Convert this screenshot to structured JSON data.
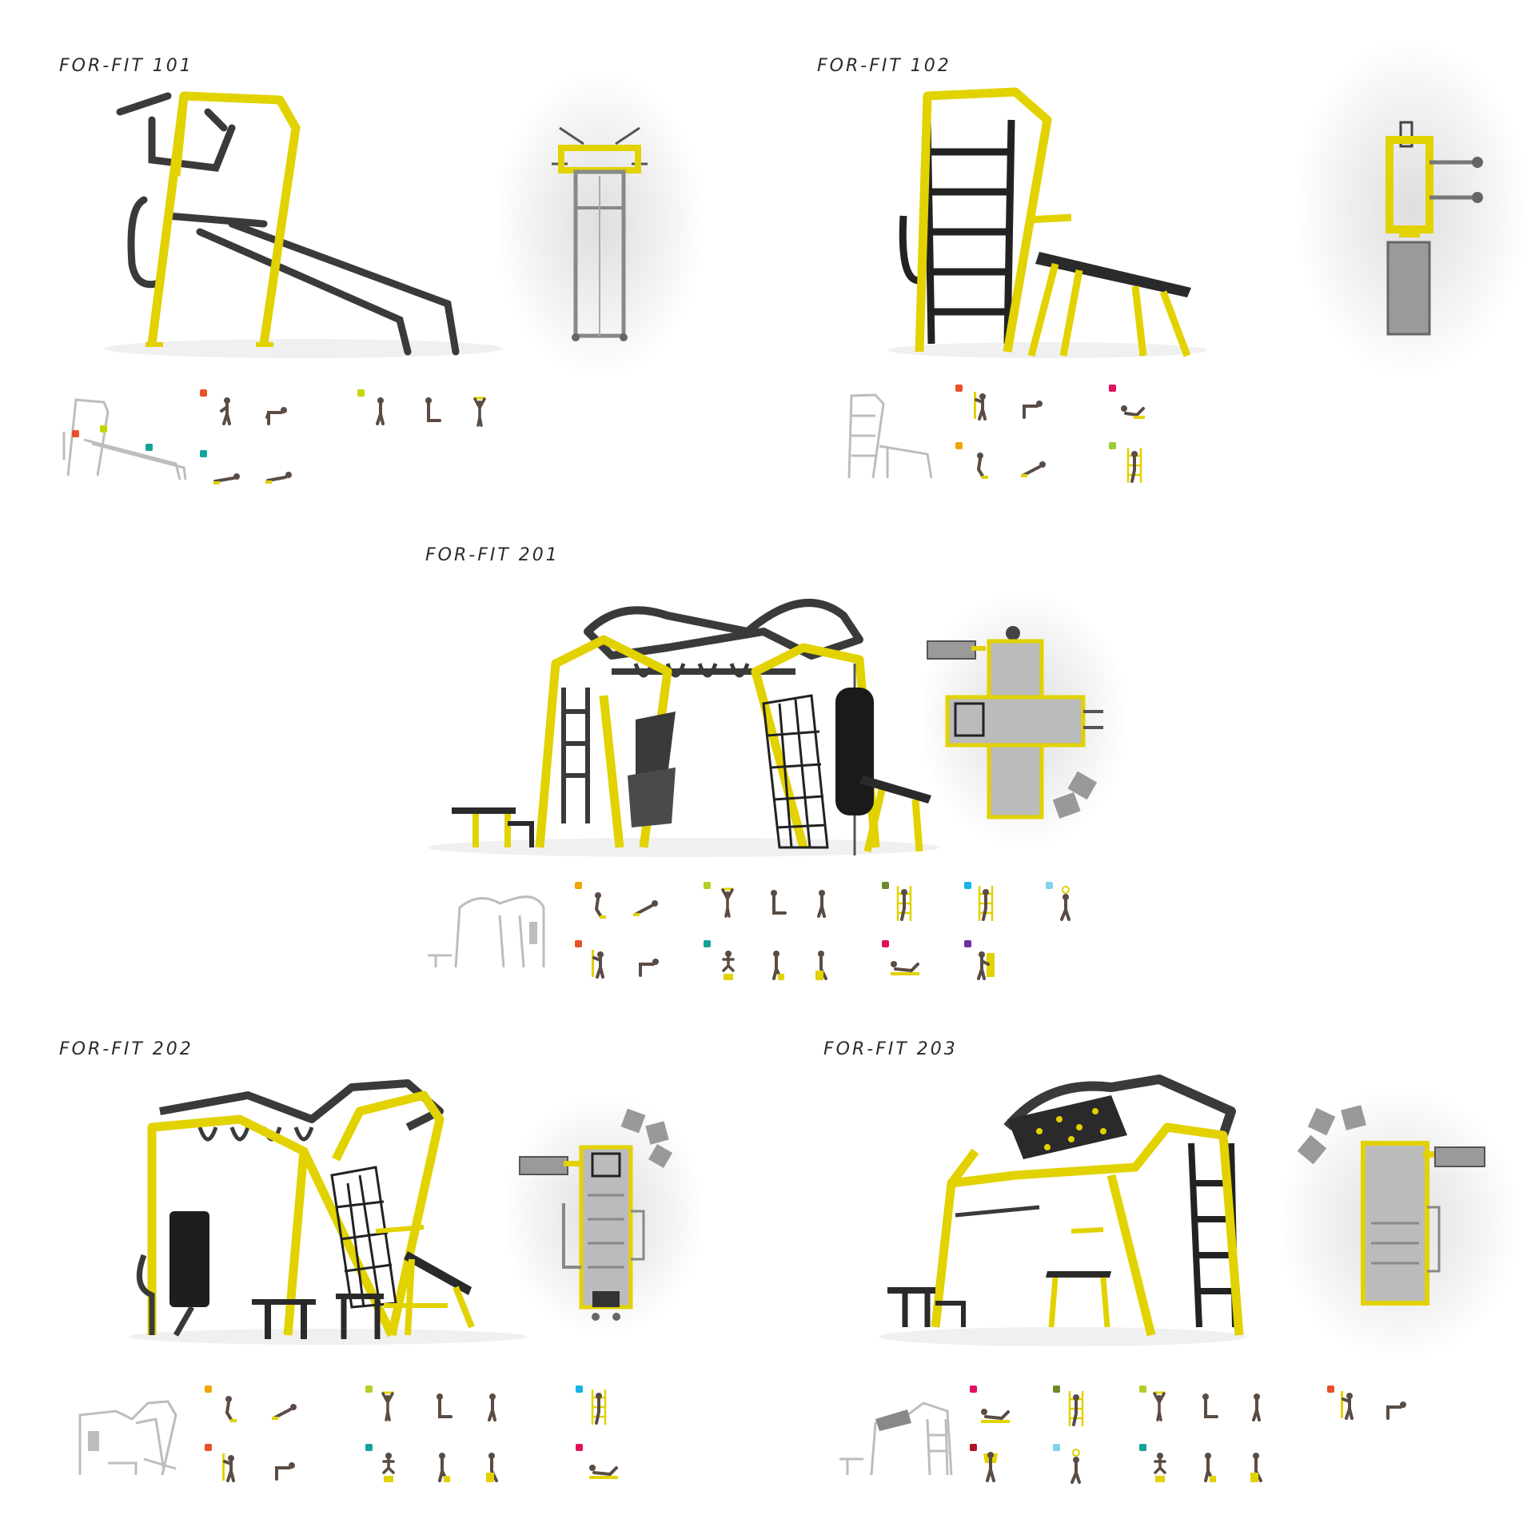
{
  "colors": {
    "frame_yellow": "#e2d200",
    "frame_dark": "#3a3a3a",
    "sketch_gray": "#bdbdbd",
    "figure_brown": "#5a4c44",
    "title_text": "#2a2a2a"
  },
  "sections": [
    {
      "title": "FOR-FIT 101",
      "marker_colors": [
        "#e8512a",
        "#c4d600",
        "#13a39a"
      ]
    },
    {
      "title": "FOR-FIT 102",
      "marker_colors": [
        "#e8512a",
        "#e0115f",
        "#f0a500",
        "#9acd32"
      ]
    },
    {
      "title": "FOR-FIT 201",
      "marker_colors": [
        "#f0a500",
        "#b5cf2a",
        "#6d8a2a",
        "#13b5ea",
        "#7fd4ec",
        "#e8512a",
        "#13a39a",
        "#e0115f",
        "#7030a0"
      ]
    },
    {
      "title": "FOR-FIT 202",
      "marker_colors": [
        "#f0a500",
        "#b5cf2a",
        "#13b5ea",
        "#e8512a",
        "#13a39a",
        "#e0115f"
      ]
    },
    {
      "title": "FOR-FIT 203",
      "marker_colors": [
        "#e0115f",
        "#6d8a2a",
        "#b5cf2a",
        "#e8512a",
        "#b0141e",
        "#7fd4ec",
        "#13a39a"
      ]
    }
  ]
}
